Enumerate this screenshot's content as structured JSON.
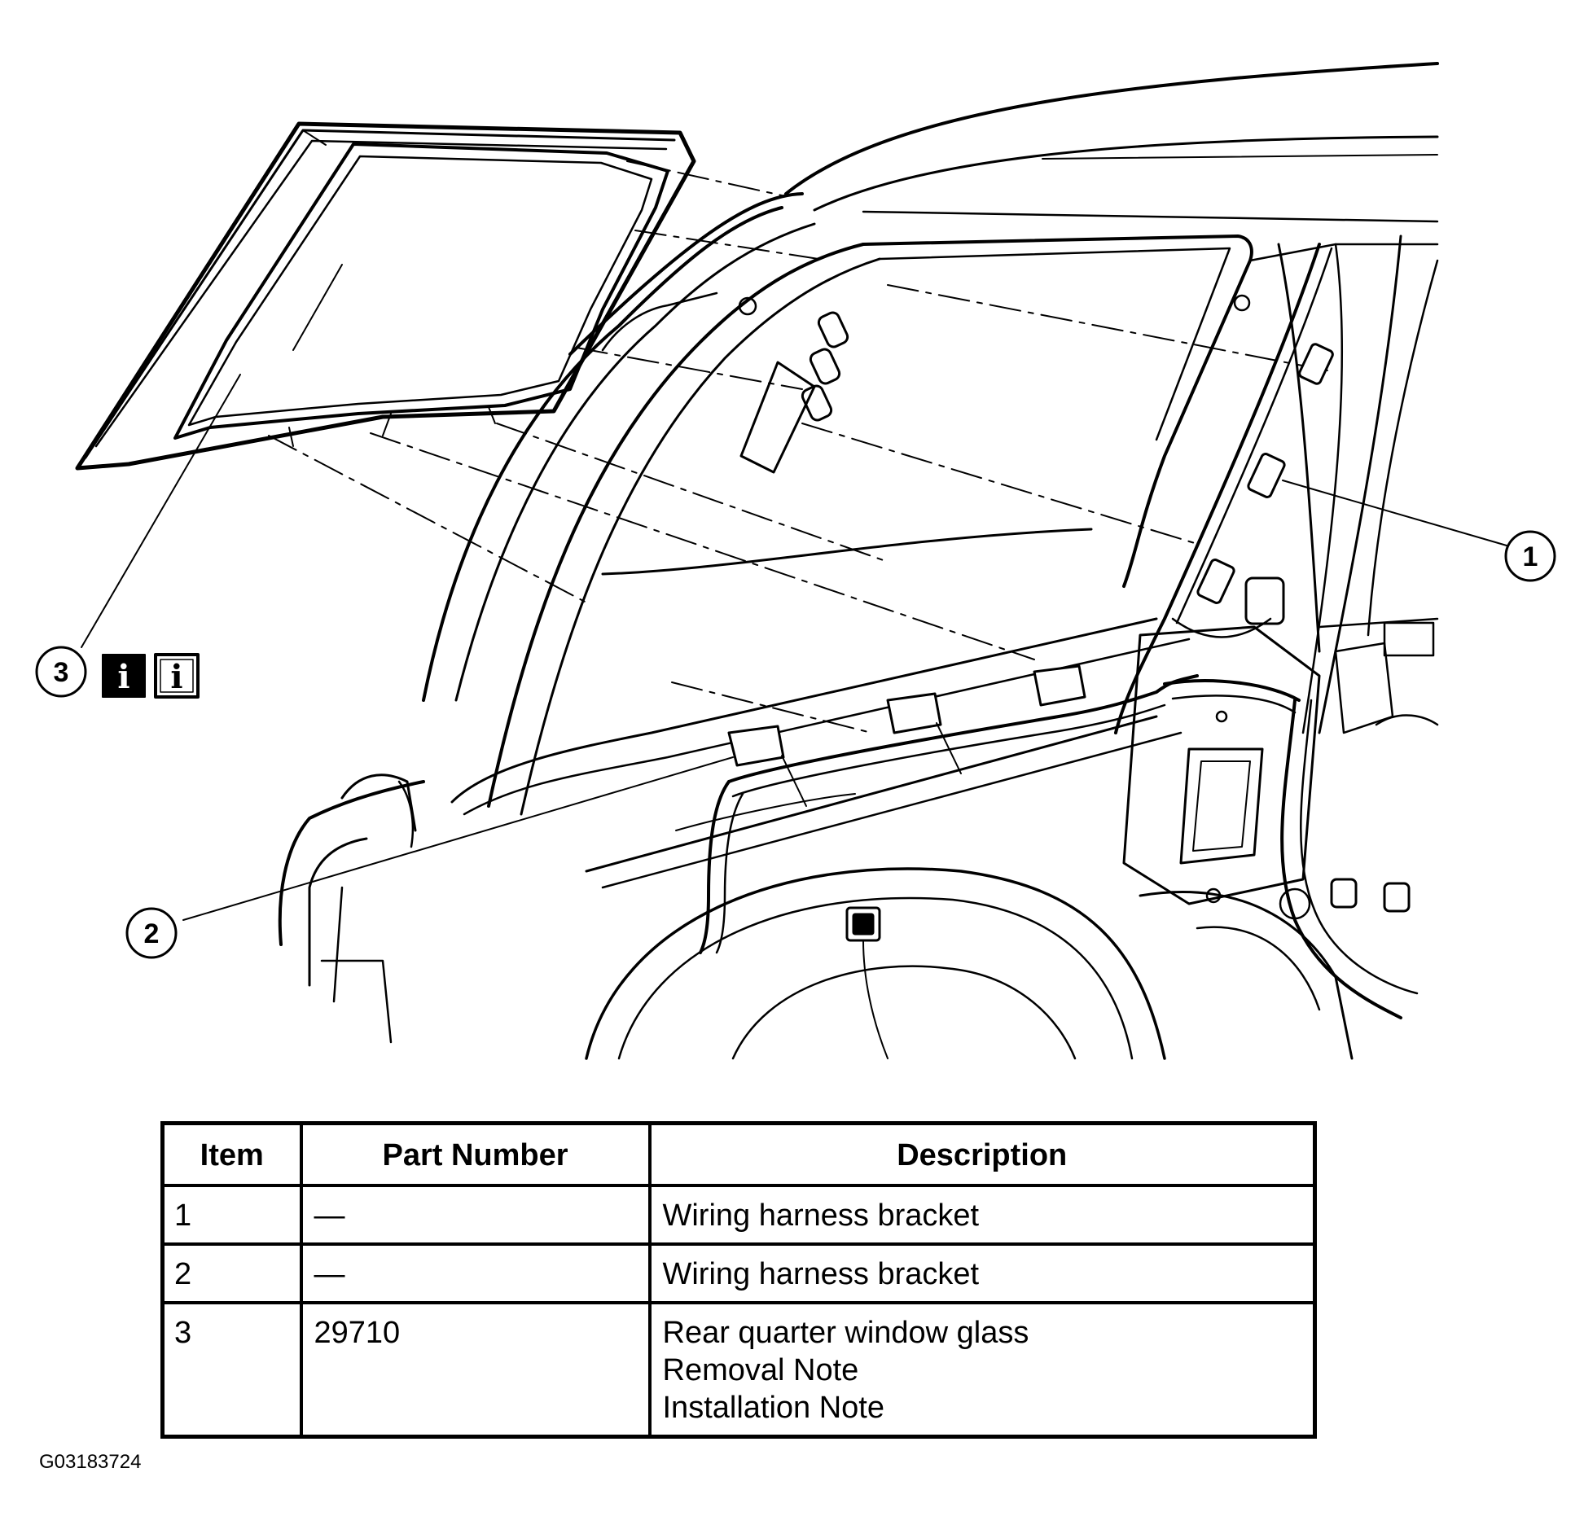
{
  "diagram": {
    "callouts": [
      {
        "id": "callout-1",
        "label": "1"
      },
      {
        "id": "callout-2",
        "label": "2"
      },
      {
        "id": "callout-3",
        "label": "3"
      }
    ],
    "info_icons": [
      {
        "label": "i",
        "style": "filled"
      },
      {
        "label": "i",
        "style": "outlined"
      }
    ]
  },
  "table": {
    "headers": [
      "Item",
      "Part Number",
      "Description"
    ],
    "rows": [
      {
        "item": "1",
        "part_number": "—",
        "description": [
          "Wiring harness bracket"
        ]
      },
      {
        "item": "2",
        "part_number": "—",
        "description": [
          "Wiring harness bracket"
        ]
      },
      {
        "item": "3",
        "part_number": "29710",
        "description": [
          "Rear quarter window glass",
          "Removal Note",
          "Installation Note"
        ]
      }
    ]
  },
  "figure_id": "G03183724"
}
